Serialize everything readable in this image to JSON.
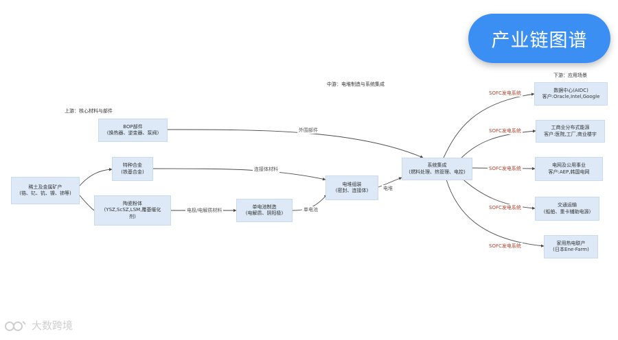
{
  "title": "产业链图谱",
  "stages": {
    "upstream": "上游：核心材料与部件",
    "midstream": "中游：电堆制造与系统集成",
    "downstream": "下游：应用场景"
  },
  "nodes": {
    "rare_earth": [
      "稀土及金属矿产",
      "(锆、钇、钪、镍、铈等)"
    ],
    "bop": [
      "BOP部件",
      "(换热器、逆变器、泵阀)"
    ],
    "alloy": [
      "特种合金",
      "(铁基合金)"
    ],
    "ceramic": [
      "陶瓷粉体",
      "(YSZ,ScSZ,LSM,覆基催化",
      "剂)"
    ],
    "cell": [
      "单电池制造",
      "(电解质、阴阳极)"
    ],
    "stack": [
      "电堆组装",
      "(密封、连接体)"
    ],
    "system": [
      "系统集成",
      "(燃料处理、热管理、电控)"
    ],
    "datacenter": [
      "数据中心(AIDC)",
      "客户:Oracle,Intel,Google"
    ],
    "industrial": [
      "工商业分布式能源",
      "客户:医院,工厂,商业楼宇"
    ],
    "grid": [
      "电网及公用事业",
      "客户:AEP,韩国电网"
    ],
    "transport": [
      "交通运输",
      "(船舶、重卡辅助电源)"
    ],
    "household": [
      "家用热电联产",
      "(日本Ene-Farm)"
    ]
  },
  "edge_labels": {
    "peripheral": "外围部件",
    "connector": "连接体材料",
    "electrode": "电极/电解质材料",
    "single_cell": "单电池",
    "stack_out": "电堆",
    "sofc_1": "SOFC发电系统",
    "sofc_2": "SOFC发电系统",
    "sofc_3": "SOFC发电系统",
    "sofc_4": "SOFC发电系统",
    "sofc_5": "SOFC发电系统"
  },
  "watermark": "大数跨境",
  "colors": {
    "node_fill": "#dde9f7",
    "arrow": "#4a4a4a",
    "title_fill": "#3b8ff3",
    "sofc_label": "#b0402e"
  }
}
